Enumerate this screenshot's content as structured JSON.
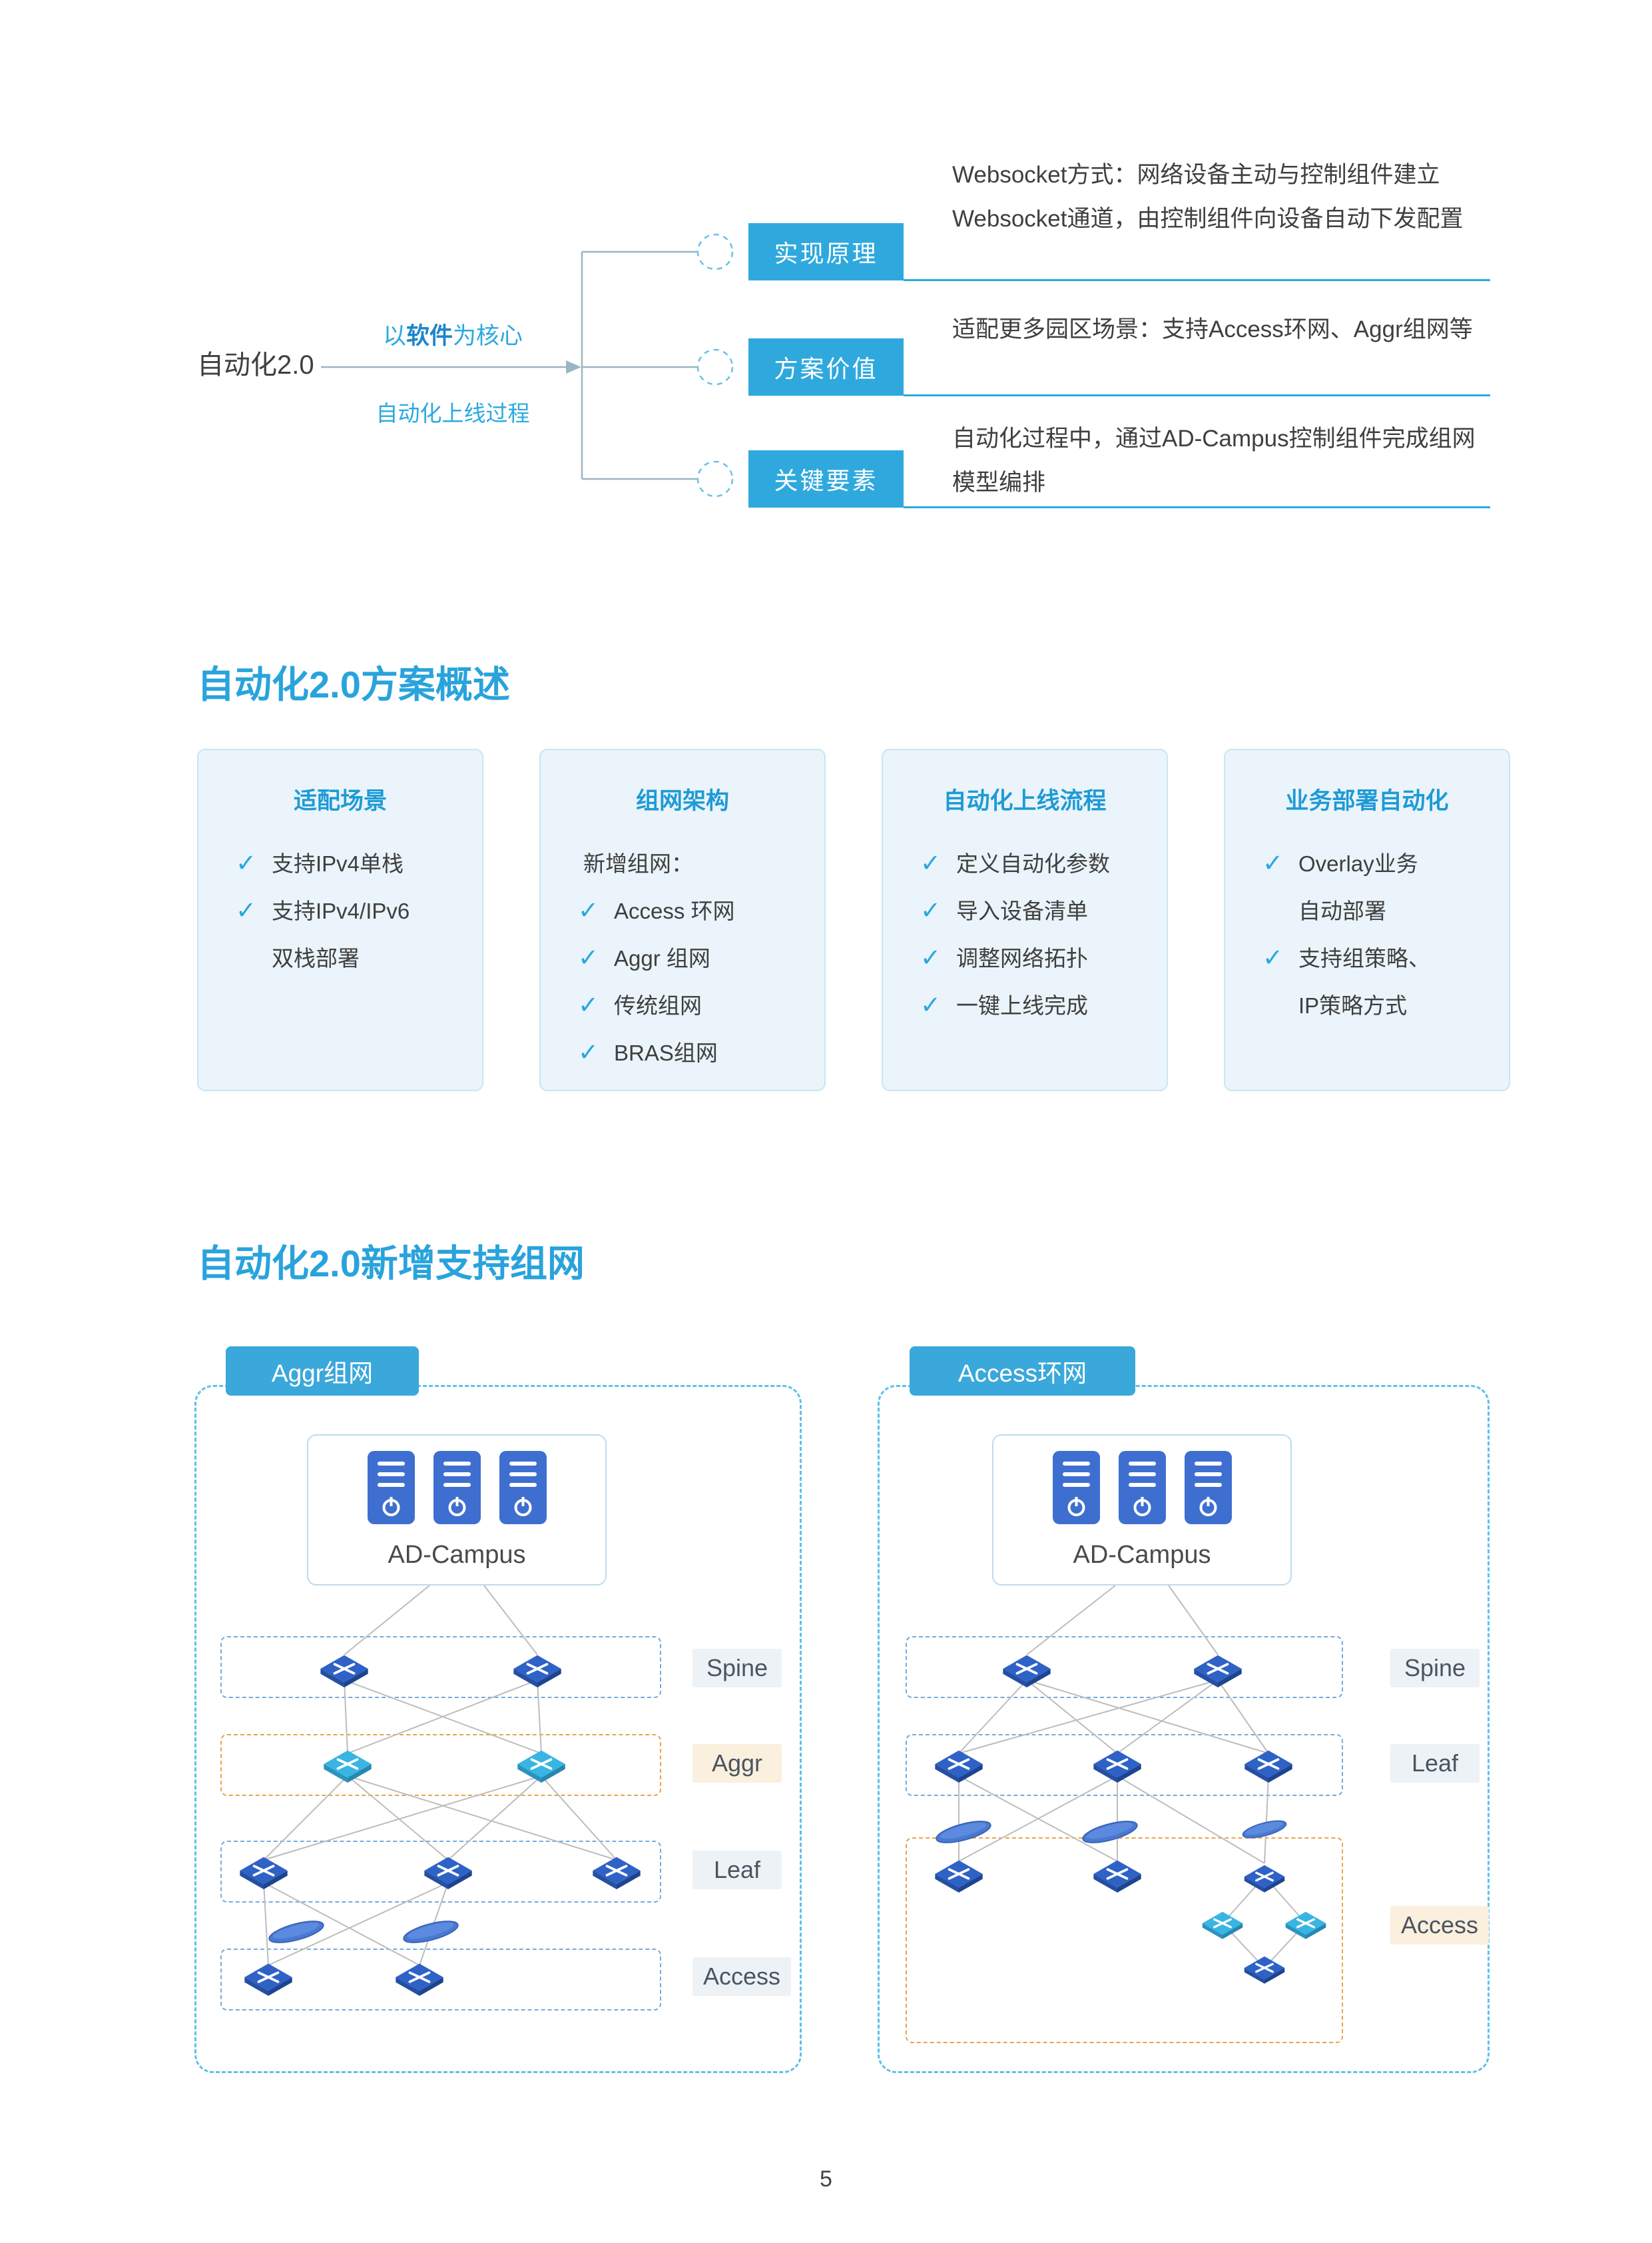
{
  "page_number": "5",
  "icons": {
    "check": "✓",
    "server": "server-icon",
    "switch": "switch-icon",
    "ring_link": "link-ellipse-icon"
  },
  "colors": {
    "accent_blue": "#2BA9E0",
    "title_blue": "#29A3DC",
    "box_blue": "#2FA9DD",
    "card_bg": "#EAF4FA",
    "highlight_orange": "#E8A54B",
    "switch_blue": "#2E62C6",
    "switch_cyan": "#38B5E3"
  },
  "mindmap": {
    "root": "自动化2.0",
    "edge_top_prefix": "以",
    "edge_top_strong": "软件",
    "edge_top_suffix": "为核心",
    "edge_bottom": "自动化上线过程",
    "branches": [
      {
        "label": "实现原理",
        "desc": "Websocket方式：网络设备主动与控制组件建立Websocket通道，由控制组件向设备自动下发配置"
      },
      {
        "label": "方案价值",
        "desc": "适配更多园区场景：支持Access环网、Aggr组网等"
      },
      {
        "label": "关键要素",
        "desc": "自动化过程中，通过AD-Campus控制组件完成组网模型编排"
      }
    ]
  },
  "overview": {
    "title": "自动化2.0方案概述",
    "cards": [
      {
        "title": "适配场景",
        "rows": [
          {
            "check": true,
            "text": "支持IPv4单栈"
          },
          {
            "check": true,
            "text": "支持IPv4/IPv6"
          },
          {
            "check": false,
            "text": "双栈部署"
          }
        ]
      },
      {
        "title": "组网架构",
        "rows": [
          {
            "check": false,
            "text": "新增组网："
          },
          {
            "check": true,
            "text": "Access 环网"
          },
          {
            "check": true,
            "text": "Aggr 组网"
          },
          {
            "check": true,
            "text": "传统组网"
          },
          {
            "check": true,
            "text": "BRAS组网"
          }
        ]
      },
      {
        "title": "自动化上线流程",
        "rows": [
          {
            "check": true,
            "text": "定义自动化参数"
          },
          {
            "check": true,
            "text": "导入设备清单"
          },
          {
            "check": true,
            "text": "调整网络拓扑"
          },
          {
            "check": true,
            "text": "一键上线完成"
          }
        ]
      },
      {
        "title": "业务部署自动化",
        "rows": [
          {
            "check": true,
            "text": "Overlay业务"
          },
          {
            "check": false,
            "text": "自动部署"
          },
          {
            "check": true,
            "text": "支持组策略、"
          },
          {
            "check": false,
            "text": "IP策略方式"
          }
        ]
      }
    ]
  },
  "topology": {
    "title": "自动化2.0新增支持组网",
    "panels": [
      {
        "tag": "Aggr组网",
        "controller": "AD-Campus",
        "labels": [
          "Spine",
          "Aggr",
          "Leaf",
          "Access"
        ],
        "highlight": "Aggr"
      },
      {
        "tag": "Access环网",
        "controller": "AD-Campus",
        "labels": [
          "Spine",
          "Leaf",
          "Access"
        ],
        "highlight": "Access"
      }
    ]
  }
}
